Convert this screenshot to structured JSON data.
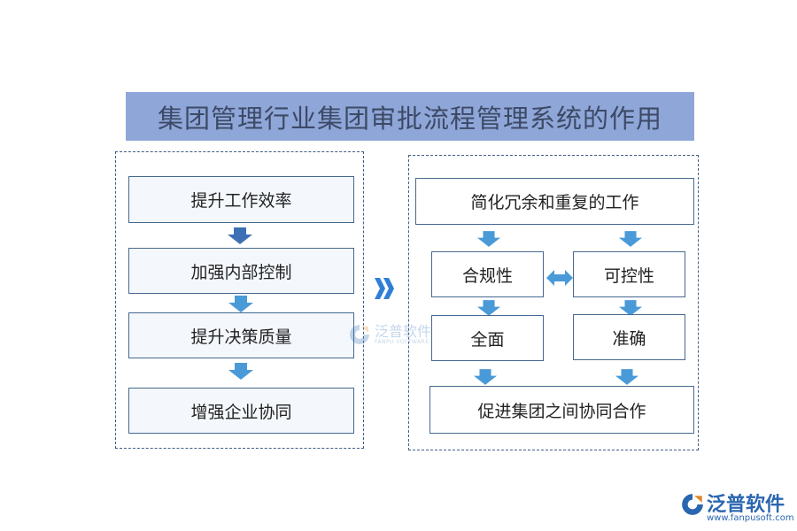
{
  "title": "集团管理行业集团审批流程管理系统的作用",
  "left_panel": {
    "steps": [
      "提升工作效率",
      "加强内部控制",
      "提升决策质量",
      "增强企业协同"
    ]
  },
  "right_panel": {
    "top": "简化冗余和重复的工作",
    "compliance": "合规性",
    "controllability": "可控性",
    "comprehensive": "全面",
    "accurate": "准确",
    "bottom": "促进集团之间协同合作"
  },
  "watermark": {
    "text": "泛普软件",
    "sub": "FANPU SOFTWARE"
  },
  "logo": {
    "brand": "泛普软件",
    "site": "www.fanpusoft.com"
  },
  "colors": {
    "title_bg": "#8fa6d8",
    "box_border": "#46698f",
    "arrow_blue": "#4a9ad8",
    "arrow_dark": "#3d6fb5",
    "brand_blue": "#2b66b0"
  }
}
